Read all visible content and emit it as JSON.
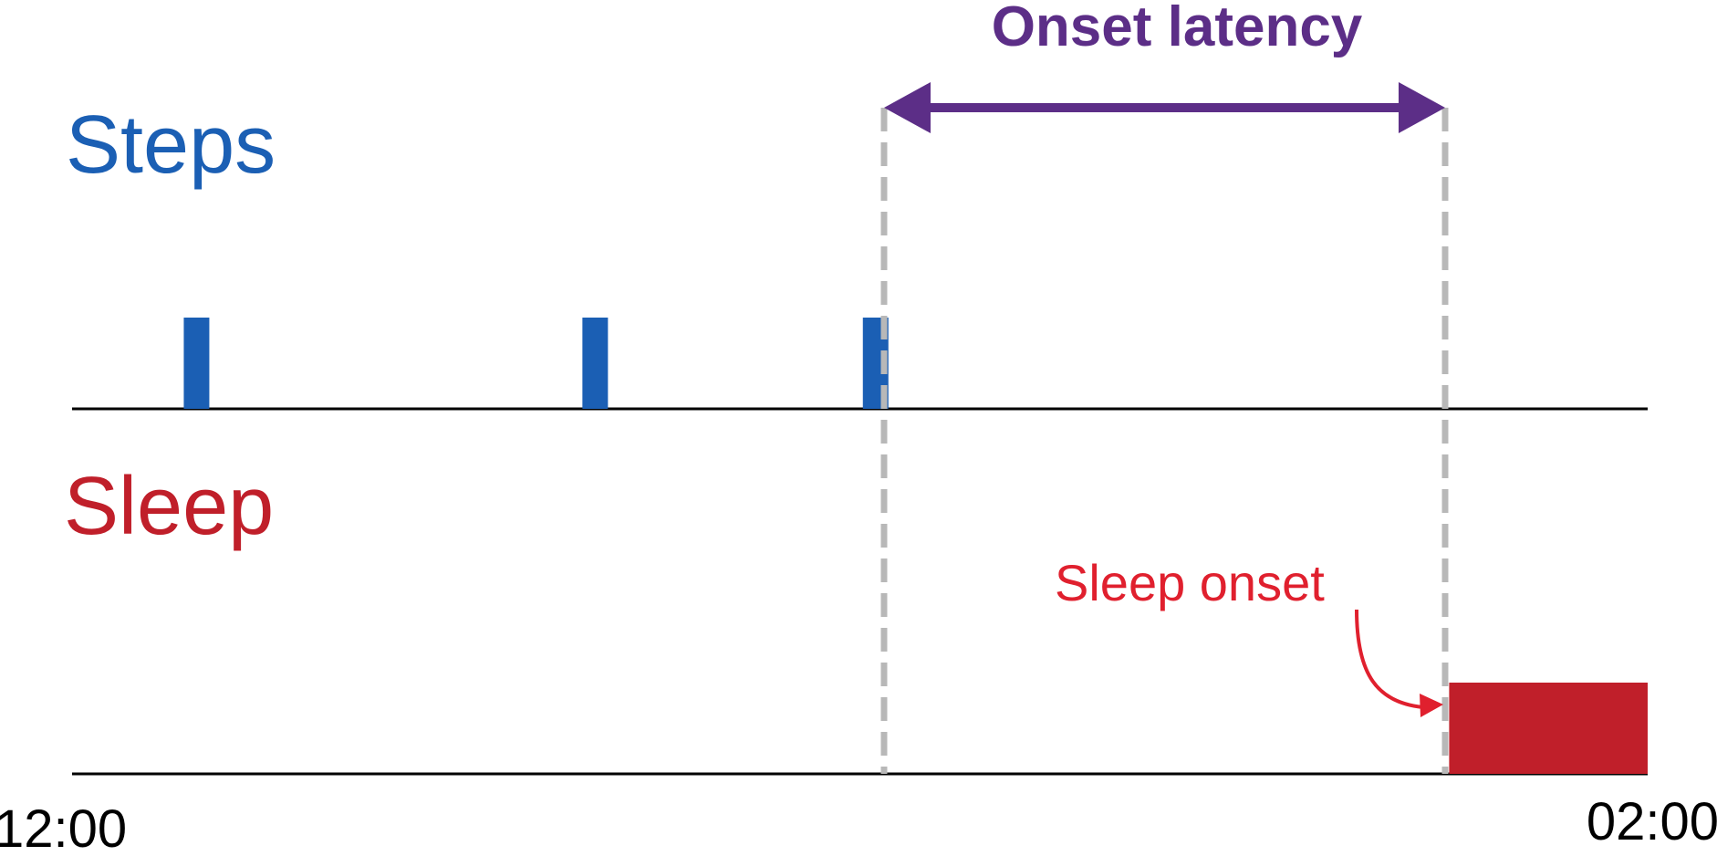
{
  "title": "Onset latency",
  "rows": {
    "steps_label": "Steps",
    "sleep_label": "Sleep"
  },
  "annotation": "Sleep onset",
  "axis": {
    "start_label": "12:00",
    "end_label": "02:00"
  },
  "colors": {
    "steps": "#1b5fb4",
    "sleep": "#c01f2a",
    "latency": "#5c2e87",
    "annotation": "#e0202e",
    "guides": "#b8b8b8",
    "axis": "#000000"
  },
  "chart_data": {
    "type": "timeline",
    "x_range": [
      "12:00",
      "02:00"
    ],
    "rows": [
      "Steps",
      "Sleep"
    ],
    "step_events_fraction": [
      0.079,
      0.332,
      0.51
    ],
    "sleep_bout_fraction": [
      0.874,
      1.0
    ],
    "latency_fraction": [
      0.514,
      0.87
    ]
  }
}
